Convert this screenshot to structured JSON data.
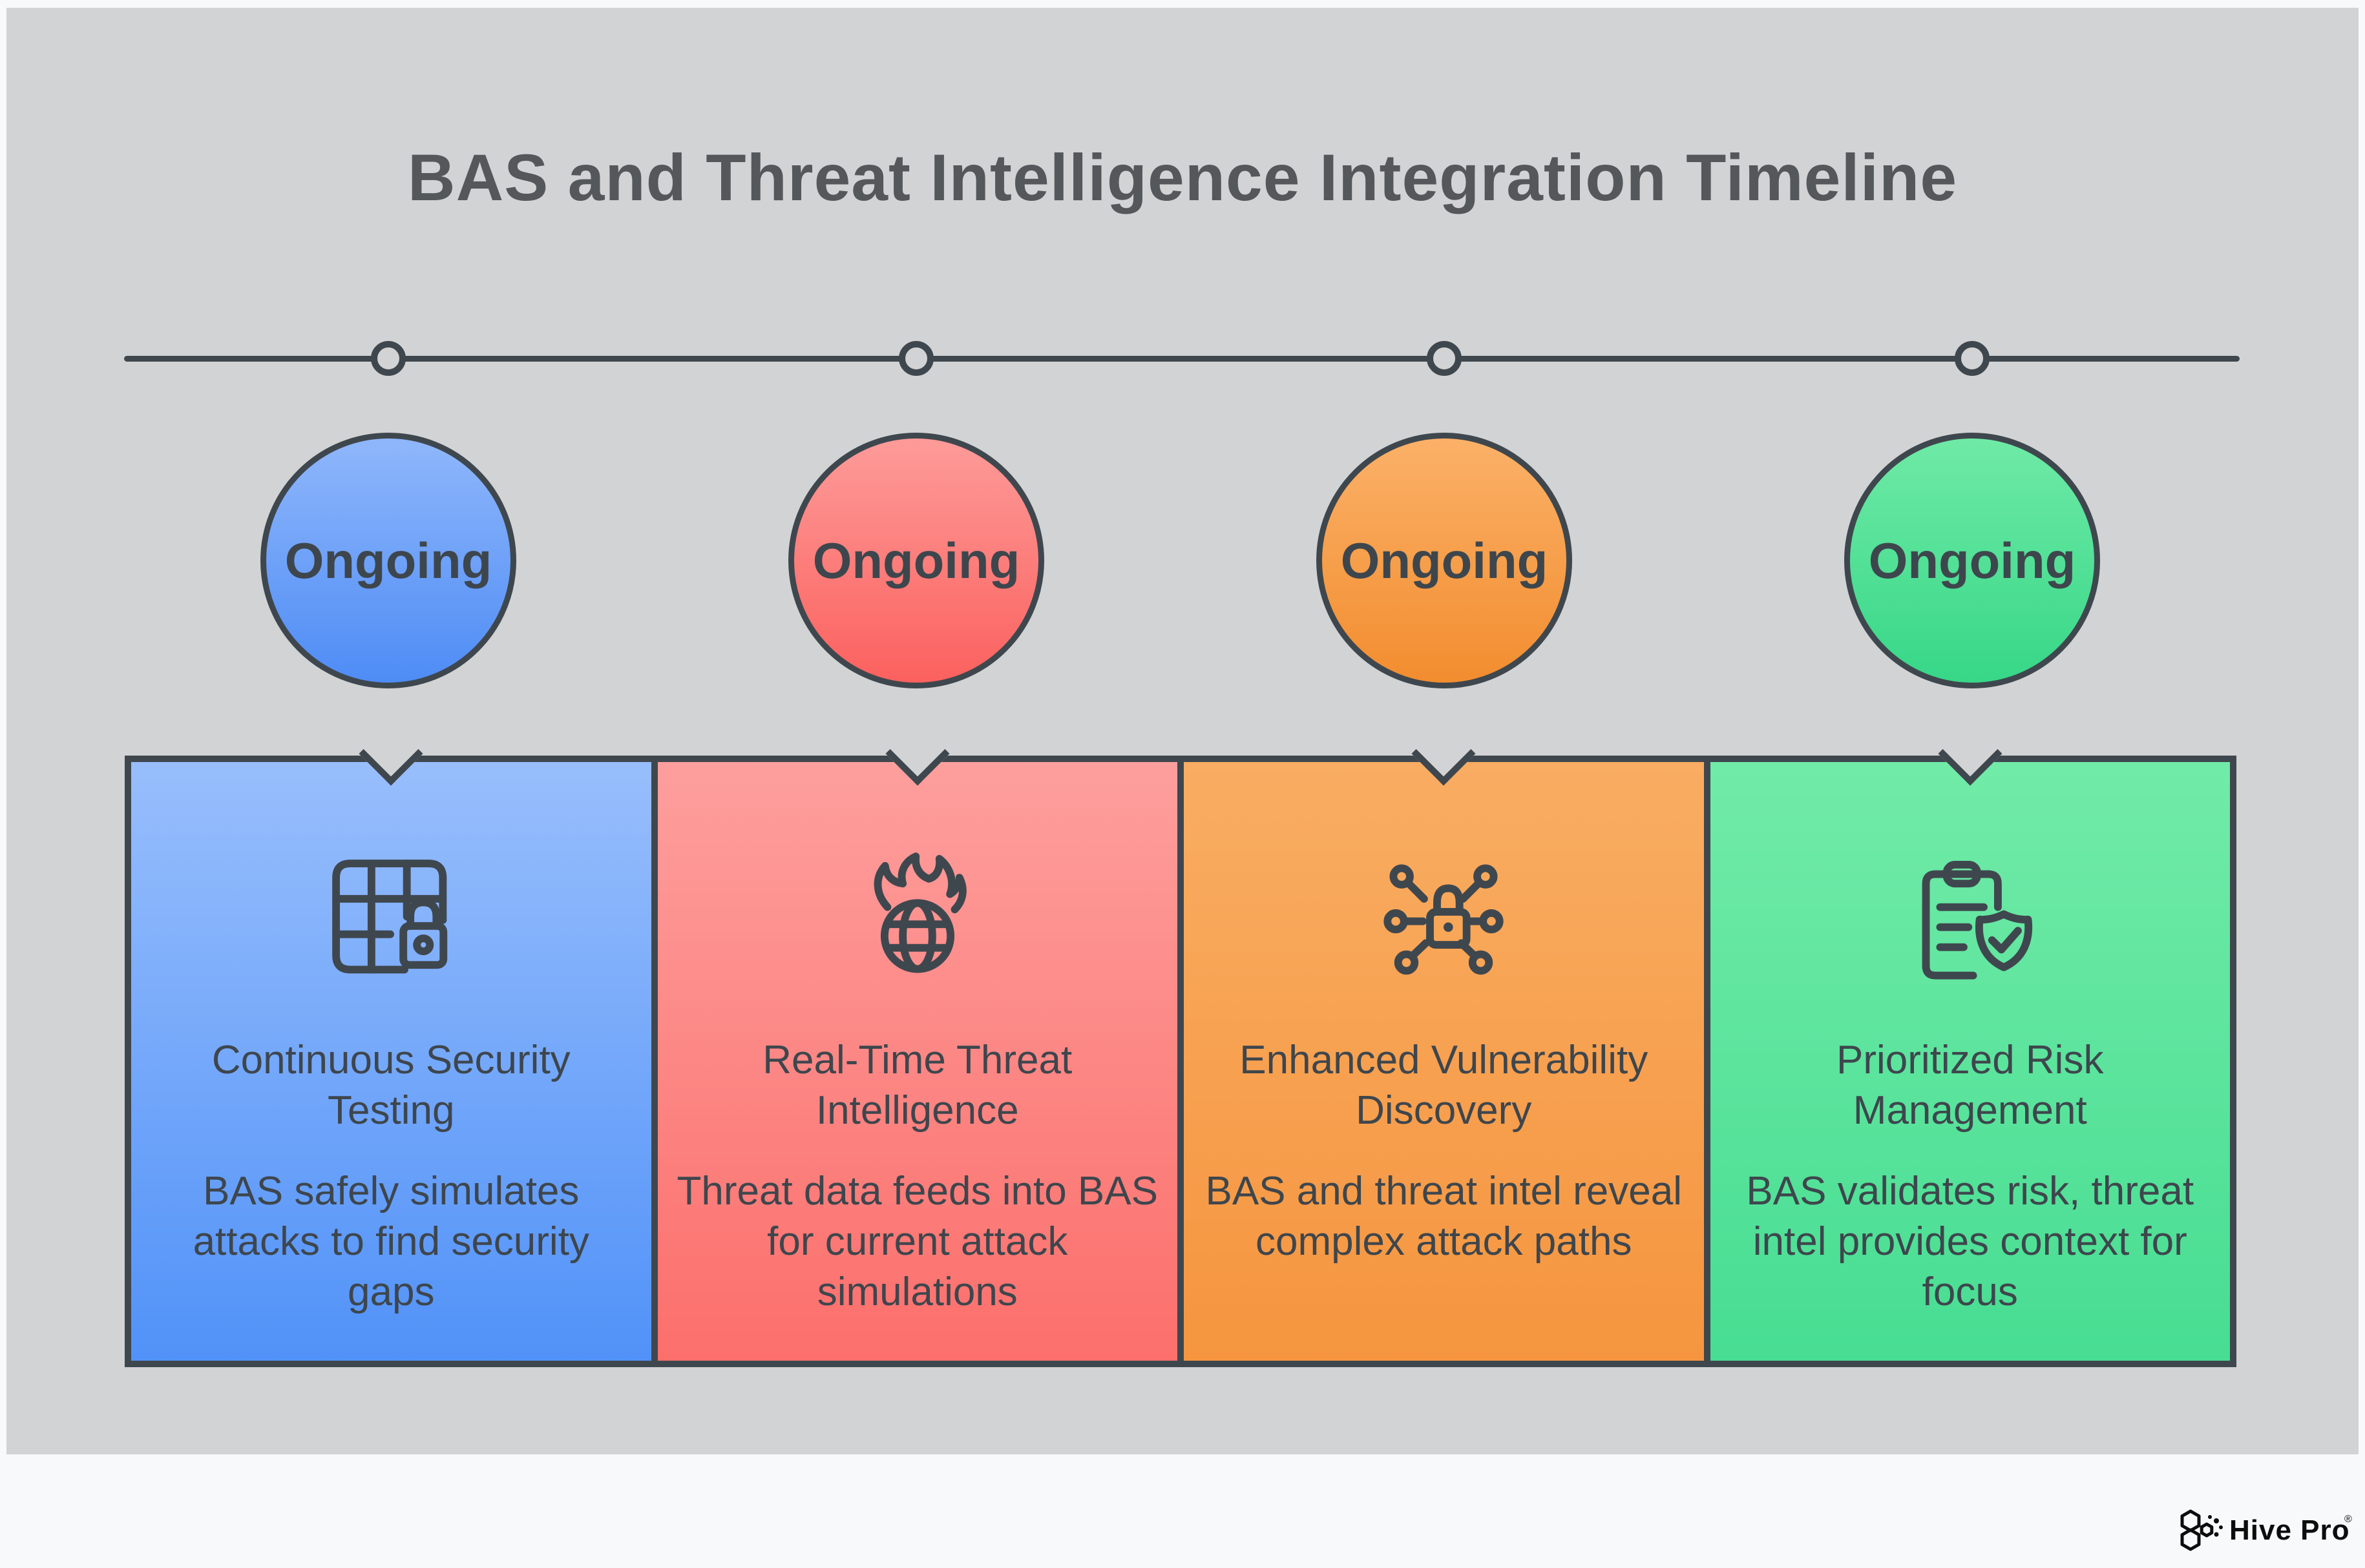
{
  "title": "BAS and Threat Intelligence Integration Timeline",
  "theme": {
    "page_bg": "#f8f9fb",
    "canvas_bg": "#d2d3d4",
    "stroke_dark": "#3f474e",
    "title_color": "#54585b",
    "text_color": "#3e464d"
  },
  "milestones": [
    {
      "badge": "Ongoing",
      "icon": "table-lock-icon",
      "title": "Continuous Security Testing",
      "description": "BAS safely simulates attacks to find security gaps",
      "colors": {
        "card_top": "#98befc",
        "card_bottom": "#5192f8",
        "badge_top": "#8fb7fb",
        "badge_bottom": "#4e8cf5"
      }
    },
    {
      "badge": "Ongoing",
      "icon": "globe-fire-icon",
      "title": "Real-Time Threat Intelligence",
      "description": "Threat data feeds into BAS for current attack simulations",
      "colors": {
        "card_top": "#fd9f9d",
        "card_bottom": "#fc6f6c",
        "badge_top": "#fd9b99",
        "badge_bottom": "#fb615e"
      }
    },
    {
      "badge": "Ongoing",
      "icon": "network-lock-icon",
      "title": "Enhanced Vulnerability Discovery",
      "description": "BAS and threat intel reveal complex attack paths",
      "colors": {
        "card_top": "#f9ad62",
        "card_bottom": "#f5953f",
        "badge_top": "#fbb168",
        "badge_bottom": "#f28d2f"
      }
    },
    {
      "badge": "Ongoing",
      "icon": "clipboard-shield-icon",
      "title": "Prioritized Risk Management",
      "description": "BAS validates risk, threat intel provides context for focus",
      "colors": {
        "card_top": "#71eba8",
        "card_bottom": "#47dd92",
        "badge_top": "#6feaa6",
        "badge_bottom": "#37d788"
      }
    }
  ],
  "brand": {
    "logo_text": "Hive Pro",
    "registered_mark": "®"
  }
}
